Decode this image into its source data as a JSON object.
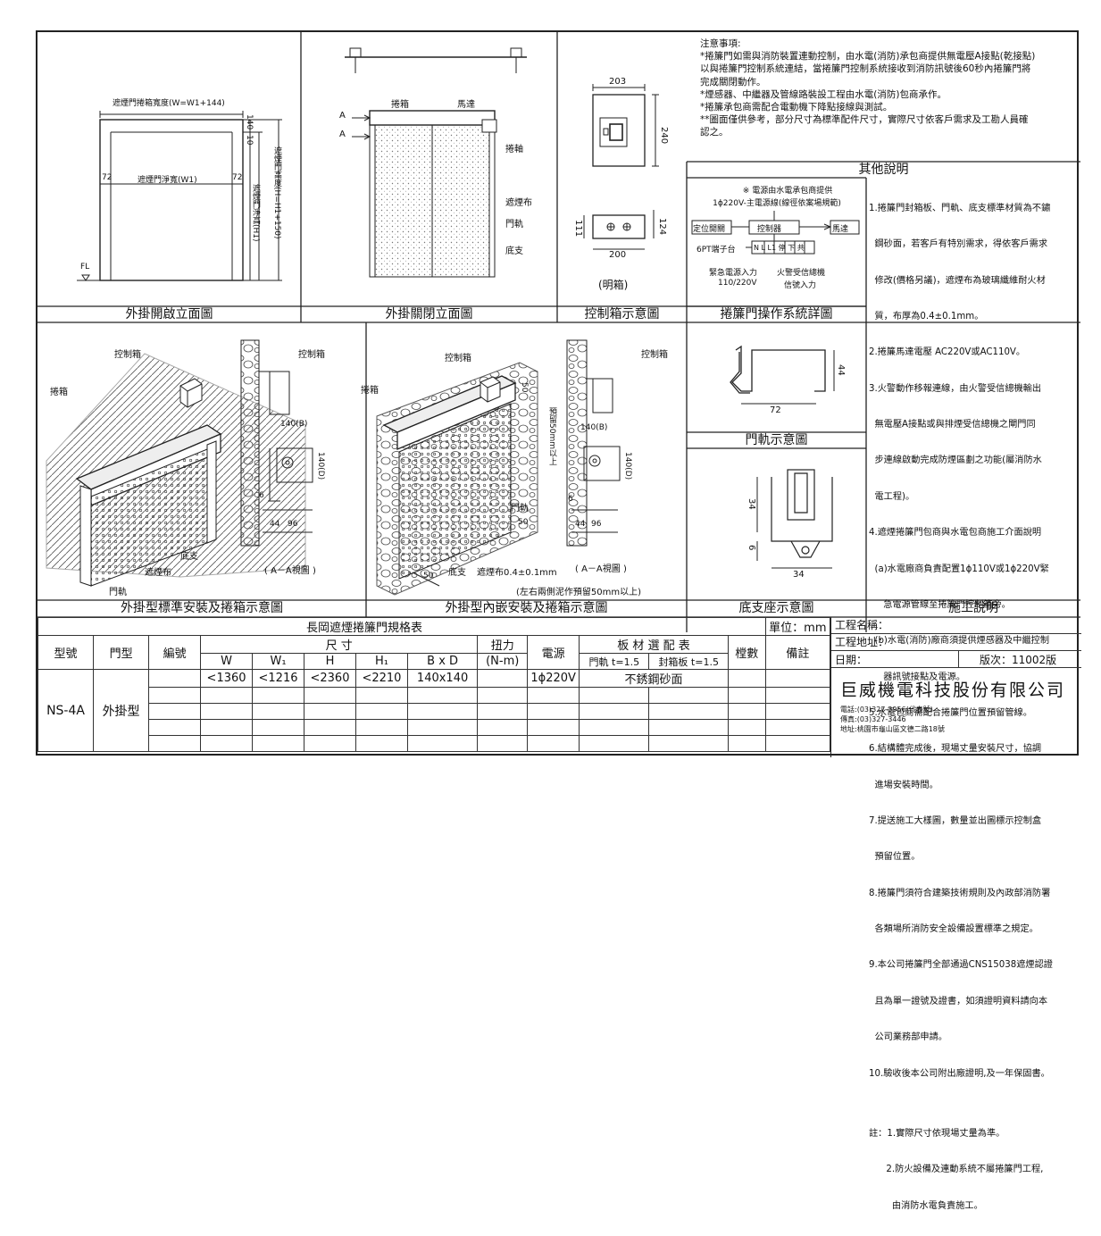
{
  "notes": {
    "heading": "注意事項:",
    "lines": [
      "*捲簾門如需與消防裝置連動控制，由水電(消防)承包商提供無電壓A接點(乾接點)",
      "  以與捲簾門控制系統連結，當捲簾門控制系統接收到消防訊號後60秒內捲簾門將",
      "  完成關閉動作。",
      "*煙感器、中繼器及管線路裝設工程由水電(消防)包商承作。",
      "*捲簾承包商需配合電動機下降點接線與測試。",
      "**圖面僅供參考，部分尺寸為標準配件尺寸，實際尺寸依客戶需求及工勘人員確",
      "  認之。"
    ]
  },
  "other_title": "其他說明",
  "other_lines": [
    "1.捲簾門封箱板、門軌、底支標準材質為不鏽",
    "  鋼砂面，若客戶有特別需求，得依客戶需求",
    "  修改(價格另議)，遮煙布為玻璃纖維耐火材",
    "  質，布厚為0.4±0.1mm。",
    "2.捲簾馬達電壓 AC220V或AC110V。",
    "3.火警動作移報連線，由火警受信總機輸出",
    "  無電壓A接點或與排煙受信總機之閘門同",
    "  步連線啟動完成防煙區劃之功能(屬消防水",
    "  電工程)。",
    "4.遮煙捲簾門包商與水電包商施工介面說明",
    "  (a)水電廠商負責配置1ϕ110V或1ϕ220V緊",
    "     急電源管線至捲簾門控制箱旁。",
    "  (b)水電(消防)廠商須提供煙感器及中繼控制",
    "     器訊號接點及電源。",
    "5.水電包商需配合捲簾門位置預留管線。",
    "6.結構體完成後，現場丈量安裝尺寸，協調",
    "  進場安裝時間。",
    "7.提送施工大樣圖，數量並出圖標示控制盒",
    "  預留位置。",
    "8.捲簾門須符合建築技術規則及內政部消防署",
    "  各類場所消防安全設備設置標準之規定。",
    "9.本公司捲簾門全部通過CNS15038遮煙認證",
    "  且為單一證號及證書，如須證明資料請向本",
    "  公司業務部申請。",
    "10.驗收後本公司附出廠證明,及一年保固書。",
    "",
    "註：1.實際尺寸依現場丈量為準。",
    "      2.防火設備及連動系統不屬捲簾門工程,",
    "        由消防水電負責施工。"
  ],
  "captions": {
    "open_elev": "外掛開啟立面圖",
    "closed_elev": "外掛關閉立面圖",
    "ctrl_box": "控制箱示意圖",
    "ops": "捲簾門操作系統詳圖",
    "std_install": "外掛型標準安裝及捲箱示意圖",
    "recess_install": "外掛型內嵌安裝及捲箱示意圖",
    "rail": "門軌示意圖",
    "base": "底支座示意圖",
    "construction": "施工說明"
  },
  "drawing_labels": {
    "roll_box_width": "遮煙門捲箱寬度(W=W1+144)",
    "opening_width": "遮煙門淨寬(W1)",
    "opening_height": "遮煙門淨高(H1)",
    "total_height": "遮煙門高度(H=H1+150)",
    "fl": "FL",
    "dim_72": "72",
    "dim_10": "10",
    "dim_140": "140",
    "roll_box": "捲箱",
    "motor": "馬達",
    "wind_shaft": "捲軸",
    "smoke_cloth": "遮煙布",
    "rail": "門軌",
    "base": "底支",
    "a_mark": "A",
    "dim_203": "203",
    "dim_240": "240",
    "dim_111": "111",
    "dim_124": "124",
    "dim_200": "200",
    "exposed_box": "(明箱)",
    "power_note": "※ 電源由水電承包商提供",
    "power_note2": "1ϕ220V-主電源線(線徑依案場規範)",
    "position_switch": "定位開關",
    "controller": "控制器",
    "terminal": "6PT端子台",
    "terminals": "N L L1 停 下 共",
    "emergency_power": "緊急電源入力",
    "emergency_power_v": "110/220V",
    "fire_signal": "火警受信總機",
    "fire_signal2": "信號入力",
    "control_box": "控制箱",
    "dim_140b": "140(B)",
    "dim_140d": "140(D)",
    "dim_6": "6",
    "dim_44": "44",
    "dim_96": "96",
    "section_aa": "( A－A視圖 )",
    "dim_50": "50",
    "reserve": "預留50mm以上",
    "cloth_thickness": "遮煙布0.4±0.1mm",
    "mortar_note": "(左右兩側泥作預留50mm以上)",
    "dim_72r": "72",
    "dim_44r": "44",
    "dim_34a": "34",
    "dim_6b": "6",
    "dim_34b": "34"
  },
  "spec_table": {
    "title": "長岡遮煙捲簾門規格表",
    "unit": "單位：mm",
    "h_model": "型號",
    "h_type": "門型",
    "h_no": "編號",
    "h_size": "尺     寸",
    "h_torque": "扭力",
    "h_torque_unit": "(N-m)",
    "h_power": "電源",
    "h_material": "板 材 選 配 表",
    "h_qty": "樘數",
    "h_remark": "備註",
    "cols": [
      "W",
      "W₁",
      "H",
      "H₁",
      "B x D"
    ],
    "mat_cols": [
      "門軌 t=1.5",
      "封箱板 t=1.5"
    ],
    "row_values": [
      "<1360",
      "<1216",
      "<2360",
      "<2210",
      "140x140"
    ],
    "row_power": "1ϕ220V",
    "row_material": "不銹鋼砂面",
    "model": "NS-4A",
    "door_type": "外掛型"
  },
  "title_block": {
    "project_name": "工程名稱：",
    "project_addr": "工程地址：",
    "date": "日期：",
    "version": "版次：11002版",
    "company": "巨威機電科技股份有限公司",
    "phone": "電話:(03)327-3956(代表號)",
    "fax": "傳真:(03)327-3446",
    "address": "地址:桃園市龜山區文德二路18號"
  }
}
